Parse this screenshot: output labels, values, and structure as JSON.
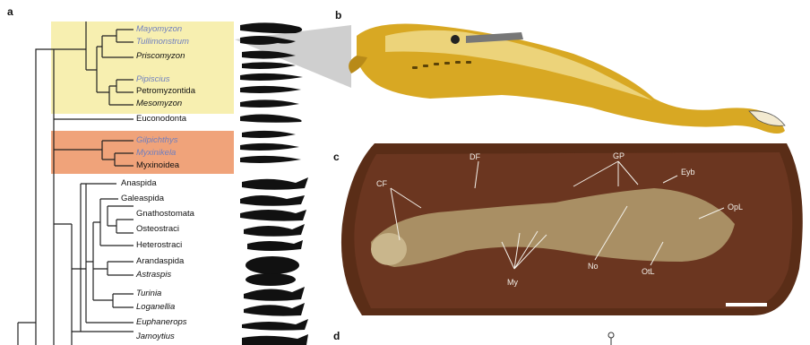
{
  "panels": {
    "a": "a",
    "b": "b",
    "c": "c",
    "d": "d"
  },
  "highlight_colors": {
    "yellow": "#f7efb0",
    "orange": "#f0a37a",
    "blue_taxon": "#6f7fbf"
  },
  "taxa": [
    {
      "label": "Mayomyzon",
      "italic": true,
      "color": "blue"
    },
    {
      "label": "Tullimonstrum",
      "italic": true,
      "color": "blue"
    },
    {
      "label": "Priscomyzon",
      "italic": true,
      "color": "black"
    },
    {
      "label": "Pipiscius",
      "italic": true,
      "color": "blue"
    },
    {
      "label": "Petromyzontida",
      "italic": false,
      "color": "black"
    },
    {
      "label": "Mesomyzon",
      "italic": true,
      "color": "black"
    },
    {
      "label": "Euconodonta",
      "italic": false,
      "color": "black"
    },
    {
      "label": "Gilpichthys",
      "italic": true,
      "color": "blue"
    },
    {
      "label": "Myxinikela",
      "italic": true,
      "color": "blue"
    },
    {
      "label": "Myxinoidea",
      "italic": false,
      "color": "black"
    },
    {
      "label": "Anaspida",
      "italic": false,
      "color": "black"
    },
    {
      "label": "Galeaspida",
      "italic": false,
      "color": "black"
    },
    {
      "label": "Gnathostomata",
      "italic": false,
      "color": "black"
    },
    {
      "label": "Osteostraci",
      "italic": false,
      "color": "black"
    },
    {
      "label": "Heterostraci",
      "italic": false,
      "color": "black"
    },
    {
      "label": "Arandaspida",
      "italic": false,
      "color": "black"
    },
    {
      "label": "Astraspis",
      "italic": true,
      "color": "black"
    },
    {
      "label": "Turinia",
      "italic": true,
      "color": "black"
    },
    {
      "label": "Loganellia",
      "italic": true,
      "color": "black"
    },
    {
      "label": "Euphanerops",
      "italic": true,
      "color": "black"
    },
    {
      "label": "Jamoytius",
      "italic": true,
      "color": "black"
    }
  ],
  "fossil_labels": {
    "DF": "DF",
    "GP": "GP",
    "Eyb": "Eyb",
    "CF": "CF",
    "OpL": "OpL",
    "No": "No",
    "OtL": "OtL",
    "My": "My"
  }
}
